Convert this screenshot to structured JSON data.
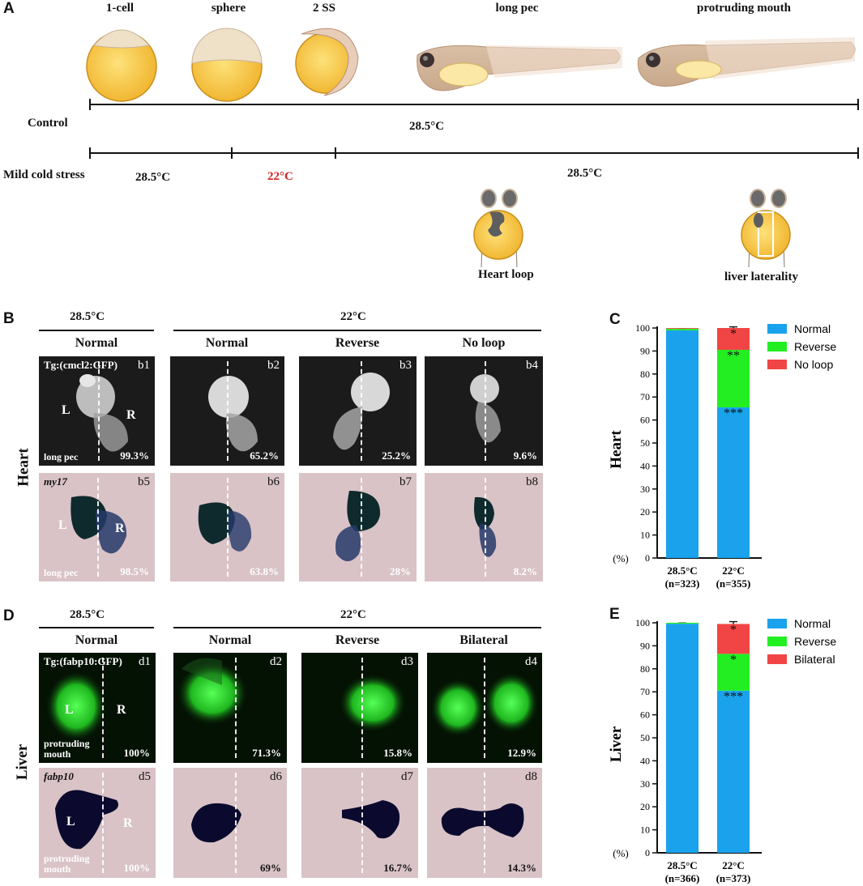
{
  "panel_a": {
    "letter": "A",
    "stages": [
      "1-cell",
      "sphere",
      "2 SS",
      "long pec",
      "protruding mouth"
    ],
    "control_label": "Control",
    "control_temp": "28.5°C",
    "cold_label": "Mild cold stress",
    "cold_temps": [
      "28.5°C",
      "22°C",
      "28.5°C"
    ],
    "heart_loop_label": "Heart loop",
    "liver_label": "liver laterality",
    "cold_color": "#d42020"
  },
  "panel_b": {
    "letter": "B",
    "temp_left": "28.5°C",
    "temp_right": "22°C",
    "cols": [
      "Normal",
      "Normal",
      "Reverse",
      "No loop"
    ],
    "row_label": "Heart",
    "transgenic": "Tg:(cmcl2:GFP)",
    "probe": "my17",
    "stage": "long pec",
    "left": "L",
    "right": "R",
    "top_row": [
      {
        "id": "b1",
        "pct": "99.3%"
      },
      {
        "id": "b2",
        "pct": "65.2%"
      },
      {
        "id": "b3",
        "pct": "25.2%"
      },
      {
        "id": "b4",
        "pct": "9.6%"
      }
    ],
    "bottom_row": [
      {
        "id": "b5",
        "pct": "98.5%"
      },
      {
        "id": "b6",
        "pct": "63.8%"
      },
      {
        "id": "b7",
        "pct": "28%"
      },
      {
        "id": "b8",
        "pct": "8.2%"
      }
    ]
  },
  "panel_d": {
    "letter": "D",
    "temp_left": "28.5°C",
    "temp_right": "22°C",
    "cols": [
      "Normal",
      "Normal",
      "Reverse",
      "Bilateral"
    ],
    "row_label": "Liver",
    "transgenic": "Tg:(fabp10:GFP)",
    "probe": "fabp10",
    "stage": "protruding mouth",
    "left": "L",
    "right": "R",
    "top_row": [
      {
        "id": "d1",
        "pct": "100%"
      },
      {
        "id": "d2",
        "pct": "71.3%"
      },
      {
        "id": "d3",
        "pct": "15.8%"
      },
      {
        "id": "d4",
        "pct": "12.9%"
      }
    ],
    "bottom_row": [
      {
        "id": "d5",
        "pct": "100%"
      },
      {
        "id": "d6",
        "pct": "69%"
      },
      {
        "id": "d7",
        "pct": "16.7%"
      },
      {
        "id": "d8",
        "pct": "14.3%"
      }
    ]
  },
  "colors": {
    "normal": "#1aa3ec",
    "reverse": "#22ee22",
    "third": "#f14545"
  },
  "chart_data": [
    {
      "panel": "C",
      "type": "bar",
      "stacked": true,
      "ylabel": "Heart",
      "yunit": "(%)",
      "ylim": [
        0,
        100
      ],
      "yticks": [
        0,
        10,
        20,
        30,
        40,
        50,
        60,
        70,
        80,
        90,
        100
      ],
      "categories": [
        "28.5°C",
        "22°C"
      ],
      "category_n": [
        "(n=323)",
        "(n=355)"
      ],
      "series": [
        {
          "name": "Normal",
          "values": [
            99,
            65.5
          ],
          "err": [
            0.5,
            1.5
          ]
        },
        {
          "name": "Reverse",
          "values": [
            0.7,
            25
          ],
          "err": [
            0,
            3.5
          ]
        },
        {
          "name": "No loop",
          "values": [
            0.3,
            9.5
          ],
          "err": [
            0,
            0.5
          ]
        }
      ],
      "annotations": [
        {
          "category": "22°C",
          "series": "No loop",
          "text": "*"
        },
        {
          "category": "22°C",
          "series": "Reverse",
          "text": "**"
        },
        {
          "category": "22°C",
          "series": "Normal",
          "text": "***"
        }
      ],
      "legend_position": "top-right"
    },
    {
      "panel": "E",
      "type": "bar",
      "stacked": true,
      "ylabel": "Liver",
      "yunit": "(%)",
      "ylim": [
        0,
        100
      ],
      "yticks": [
        0,
        10,
        20,
        30,
        40,
        50,
        60,
        70,
        80,
        90,
        100
      ],
      "categories": [
        "28.5°C",
        "22°C"
      ],
      "category_n": [
        "(n=366)",
        "(n=373)"
      ],
      "series": [
        {
          "name": "Normal",
          "values": [
            99.6,
            70.5
          ],
          "err": [
            0.3,
            1
          ]
        },
        {
          "name": "Reverse",
          "values": [
            0.4,
            16
          ],
          "err": [
            0,
            1.5
          ]
        },
        {
          "name": "Bilateral",
          "values": [
            0,
            13
          ],
          "err": [
            0,
            1
          ]
        }
      ],
      "annotations": [
        {
          "category": "22°C",
          "series": "Bilateral",
          "text": "*"
        },
        {
          "category": "22°C",
          "series": "Reverse",
          "text": "*"
        },
        {
          "category": "22°C",
          "series": "Normal",
          "text": "***"
        }
      ],
      "legend_position": "top-right"
    }
  ]
}
